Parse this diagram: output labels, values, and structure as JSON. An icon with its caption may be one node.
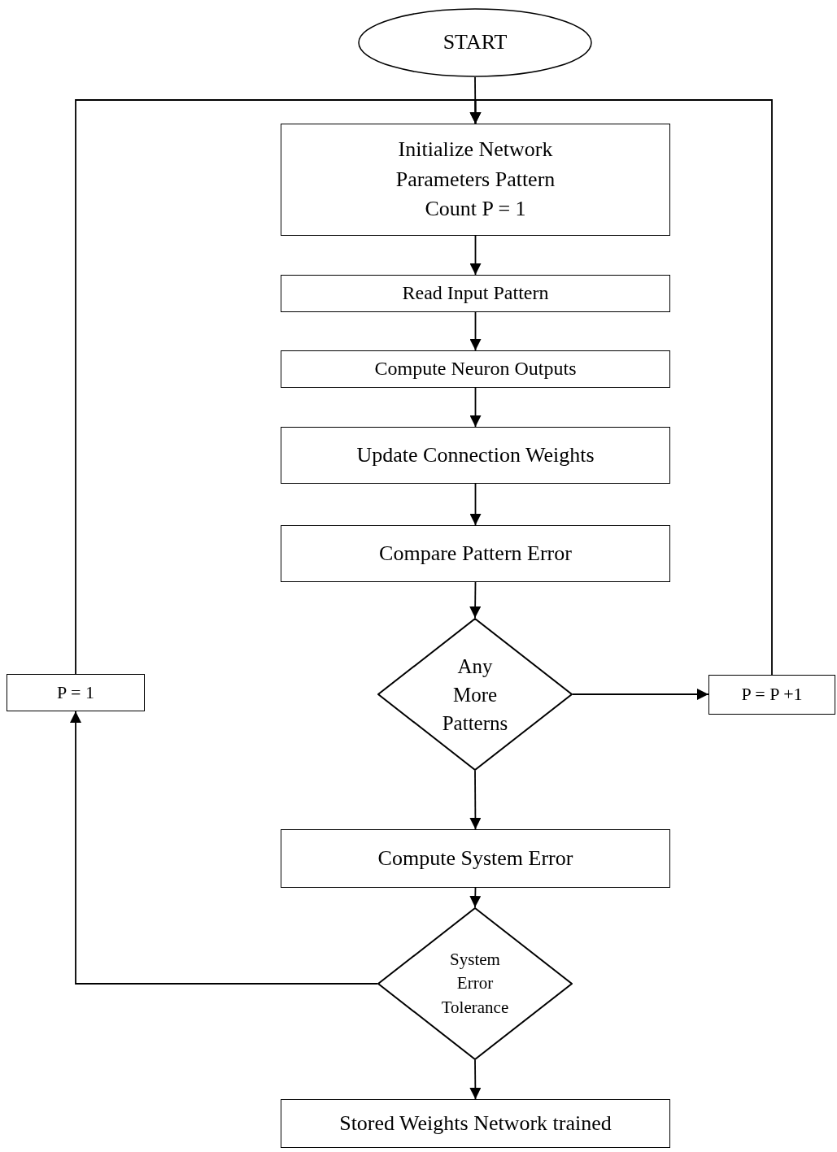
{
  "diagram": {
    "nodes": [
      {
        "text": [
          "START"
        ]
      },
      {
        "text": [
          "Initialize Network Parameters Pattern Count P = 1"
        ]
      },
      {
        "text": [
          "Read Input Pattern"
        ]
      },
      {
        "text": [
          "Compute Neuron Outputs"
        ]
      },
      {
        "text": [
          "Update Connection Weights"
        ]
      },
      {
        "text": [
          "Compare Pattern Error"
        ]
      },
      {
        "text": [
          "Any More Patterns"
        ]
      },
      {
        "text": [
          "P = 1"
        ]
      },
      {
        "text": [
          "P = P +1"
        ]
      },
      {
        "text": [
          "Compute System Error"
        ]
      },
      {
        "text": [
          "System Error Tolerance"
        ]
      },
      {
        "text": [
          "Stored Weights Network trained"
        ]
      }
    ],
    "edges": [
      {
        "from": 0,
        "to": 1,
        "arrow": "to"
      },
      {
        "from": 1,
        "to": 2,
        "arrow": "to"
      },
      {
        "from": 2,
        "to": 3,
        "arrow": "to"
      },
      {
        "from": 3,
        "to": 4,
        "arrow": "to"
      },
      {
        "from": 4,
        "to": 5,
        "arrow": "to"
      },
      {
        "from": 5,
        "to": 6,
        "arrow": "to"
      },
      {
        "from": 6,
        "to": 8,
        "arrow": "to"
      },
      {
        "from": 8,
        "to": 1,
        "arrow": "to"
      },
      {
        "from": 6,
        "to": 9,
        "arrow": "to"
      },
      {
        "from": 9,
        "to": 10,
        "arrow": "to"
      },
      {
        "from": 10,
        "to": 7,
        "arrow": "to"
      },
      {
        "from": 7,
        "to": 1,
        "arrow": "to"
      },
      {
        "from": 10,
        "to": 11,
        "arrow": "to"
      }
    ]
  }
}
